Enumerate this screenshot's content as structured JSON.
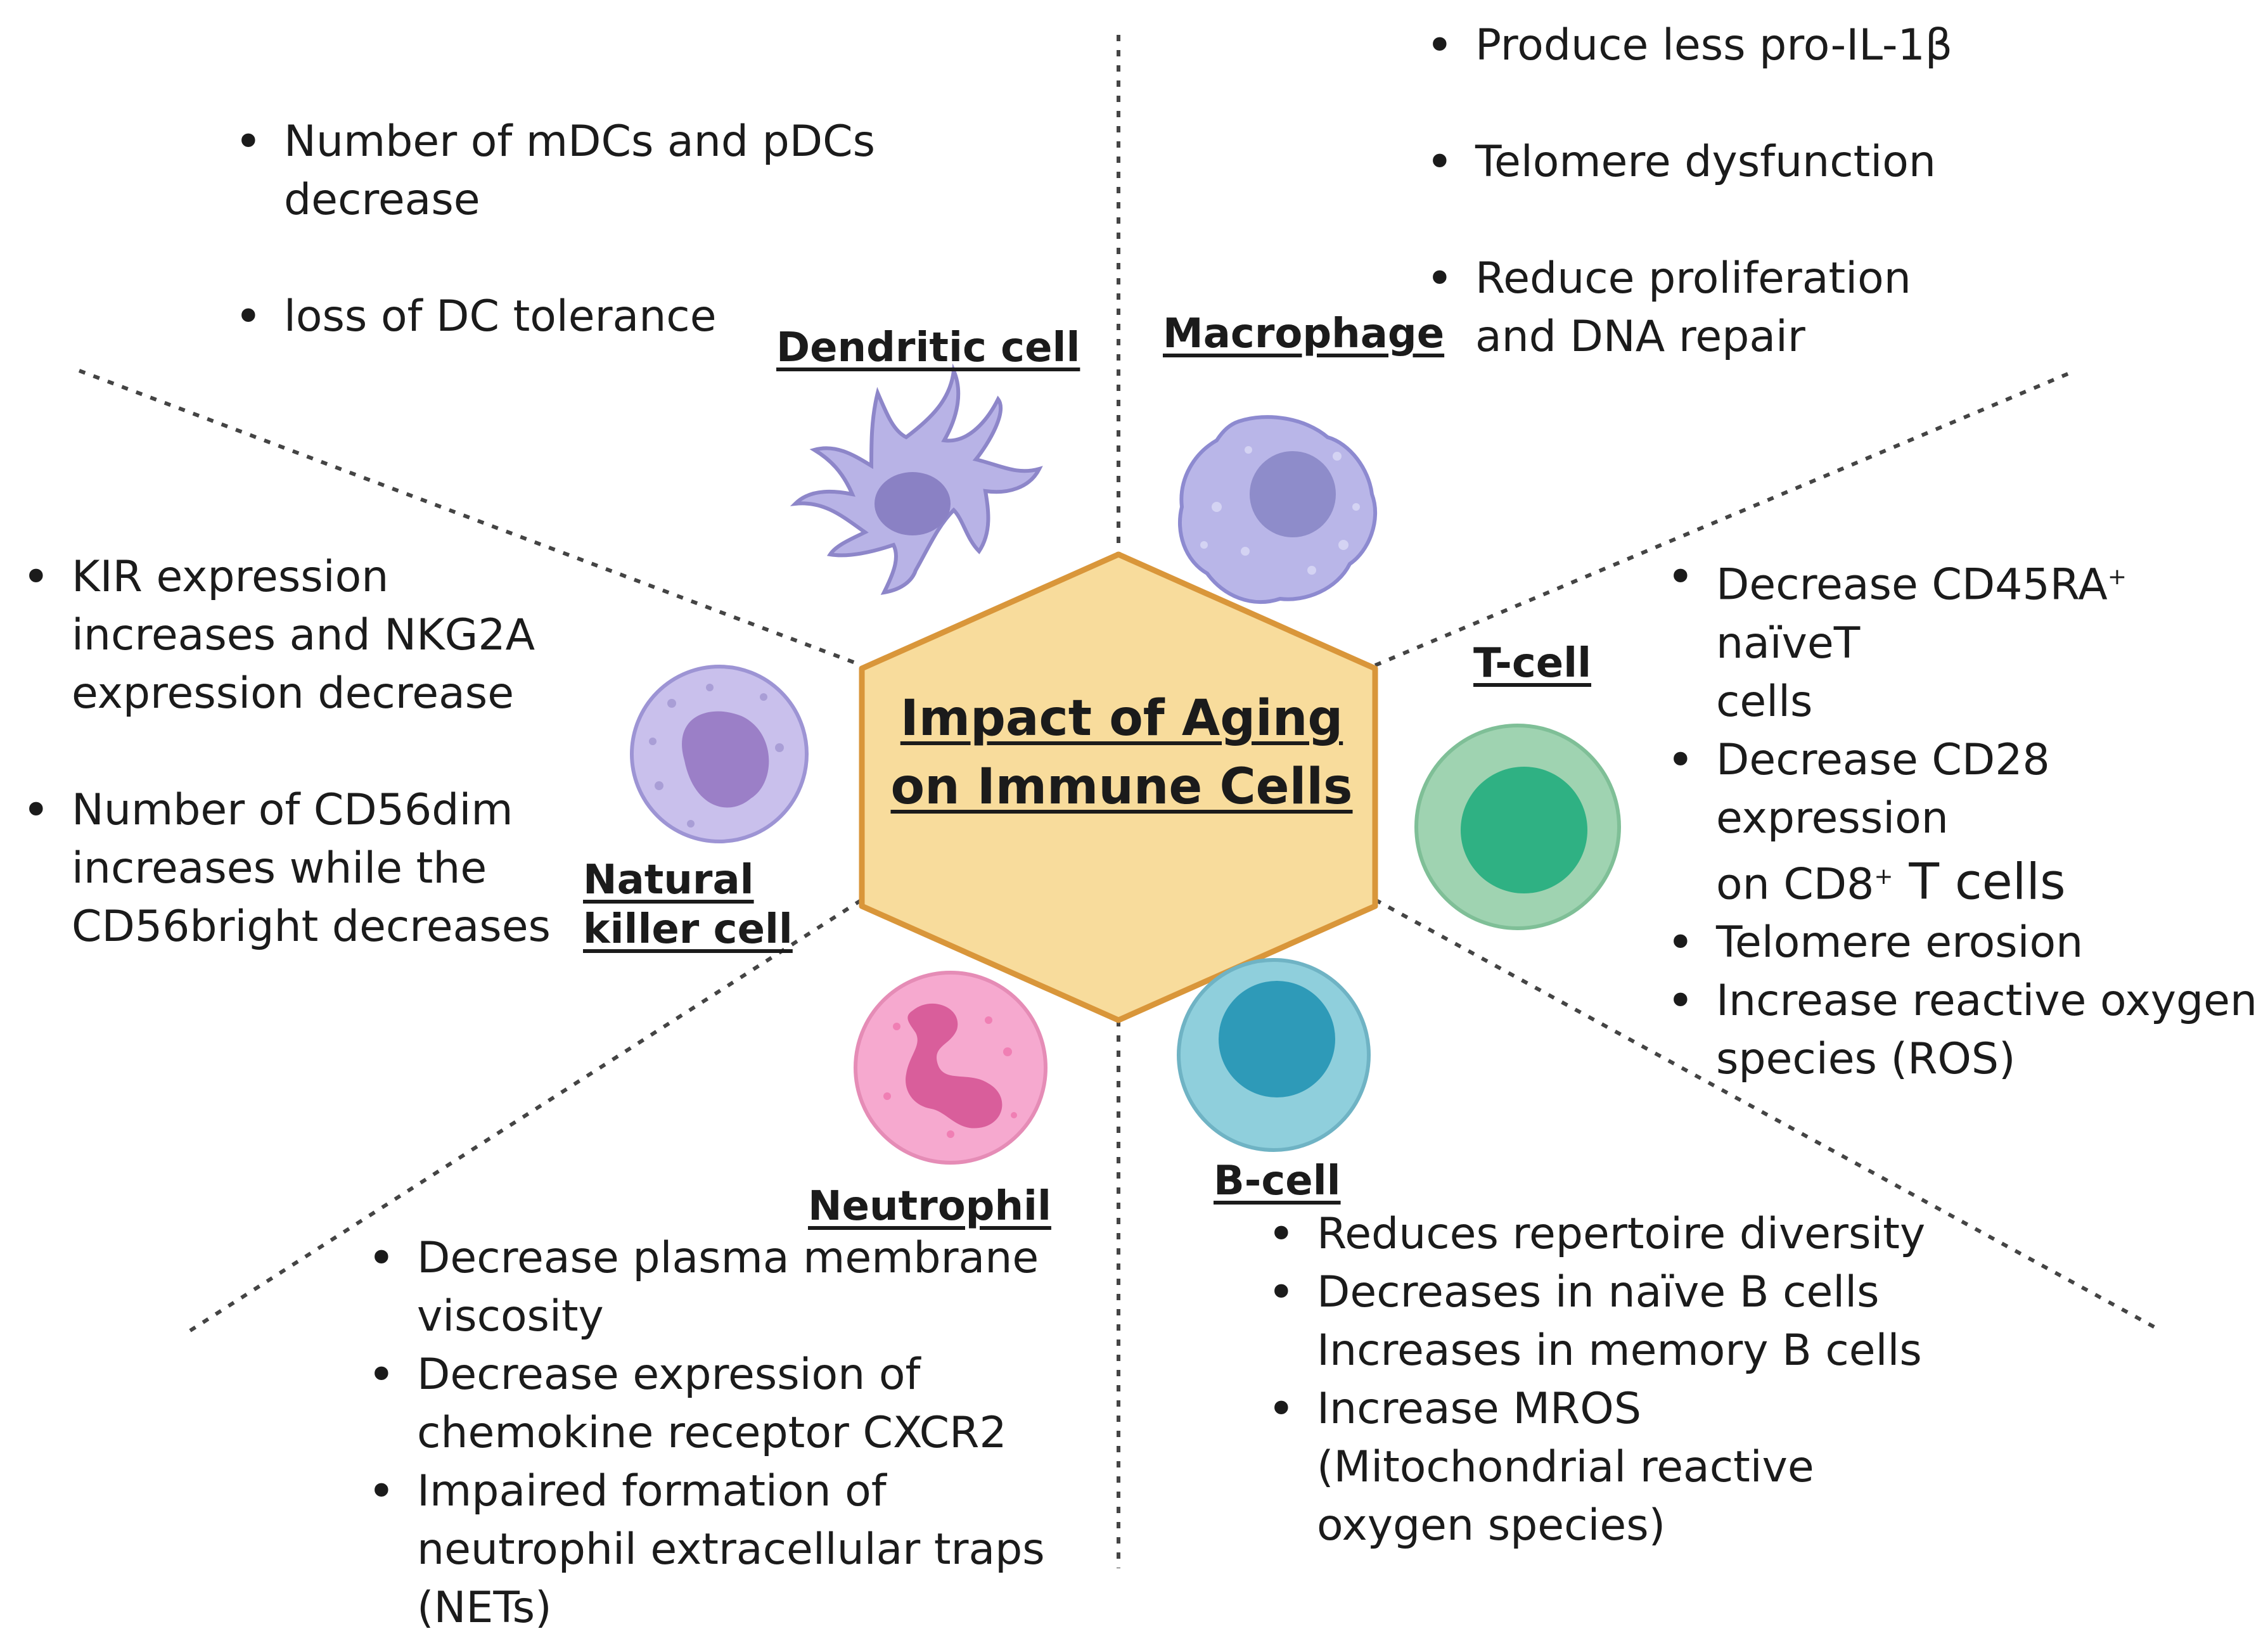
{
  "center": {
    "line1": "Impact of Aging",
    "line2": "on Immune Cells"
  },
  "colors": {
    "hexagon_fill": "#f8dc9c",
    "hexagon_stroke": "#d9963a",
    "dendritic": "#b8b3e6",
    "macrophage": "#b9b6e8",
    "nk": "#c9c0ec",
    "tcell": "#9fd3b1",
    "bcell": "#8fcfdc",
    "neutrophil": "#f6a9cf"
  },
  "cells": {
    "dendritic": {
      "label": "Dendritic cell",
      "bullets": [
        {
          "lines": [
            "Number of mDCs and pDCs",
            "decrease"
          ]
        },
        {
          "lines": [
            "loss of DC tolerance"
          ]
        }
      ]
    },
    "macrophage": {
      "label": "Macrophage",
      "bullets": [
        {
          "lines": [
            "Produce less pro-IL-1β"
          ]
        },
        {
          "lines": [
            "Telomere dysfunction"
          ]
        },
        {
          "lines": [
            "Reduce proliferation",
            "and DNA repair"
          ]
        }
      ]
    },
    "nk": {
      "label_line1": "Natural",
      "label_line2": "killer cell",
      "bullets": [
        {
          "lines": [
            "KIR expression",
            "increases and NKG2A",
            "expression decrease"
          ]
        },
        {
          "lines": [
            "Number of CD56dim",
            "increases while the",
            "CD56bright decreases"
          ]
        }
      ]
    },
    "tcell": {
      "label": "T-cell",
      "b1_l1_pre": "Decrease CD45RA",
      "b1_l1_sup": "+",
      "b1_l1_post": " naïveT",
      "b1_l2": "cells",
      "b2_l1": "Decrease CD28 expression",
      "b2_l2_pre": "on CD8",
      "b2_l2_sup": "+",
      "b2_l2_post": " T cells",
      "b3": "Telomere erosion",
      "b4_l1": "Increase reactive oxygen",
      "b4_l2": "species (ROS)"
    },
    "bcell": {
      "label": "B-cell",
      "bullets": [
        {
          "lines": [
            "Reduces repertoire diversity"
          ]
        },
        {
          "lines": [
            "Decreases in naïve B cells",
            "Increases in memory B cells"
          ]
        },
        {
          "lines": [
            "Increase MROS",
            "(Mitochondrial reactive",
            "oxygen species)"
          ]
        }
      ]
    },
    "neutrophil": {
      "label": "Neutrophil",
      "bullets": [
        {
          "lines": [
            "Decrease plasma membrane",
            "viscosity"
          ]
        },
        {
          "lines": [
            "Decrease expression of",
            "chemokine receptor CXCR2"
          ]
        },
        {
          "lines": [
            "Impaired formation of",
            "neutrophil extracellular traps",
            "(NETs)"
          ]
        }
      ]
    }
  }
}
